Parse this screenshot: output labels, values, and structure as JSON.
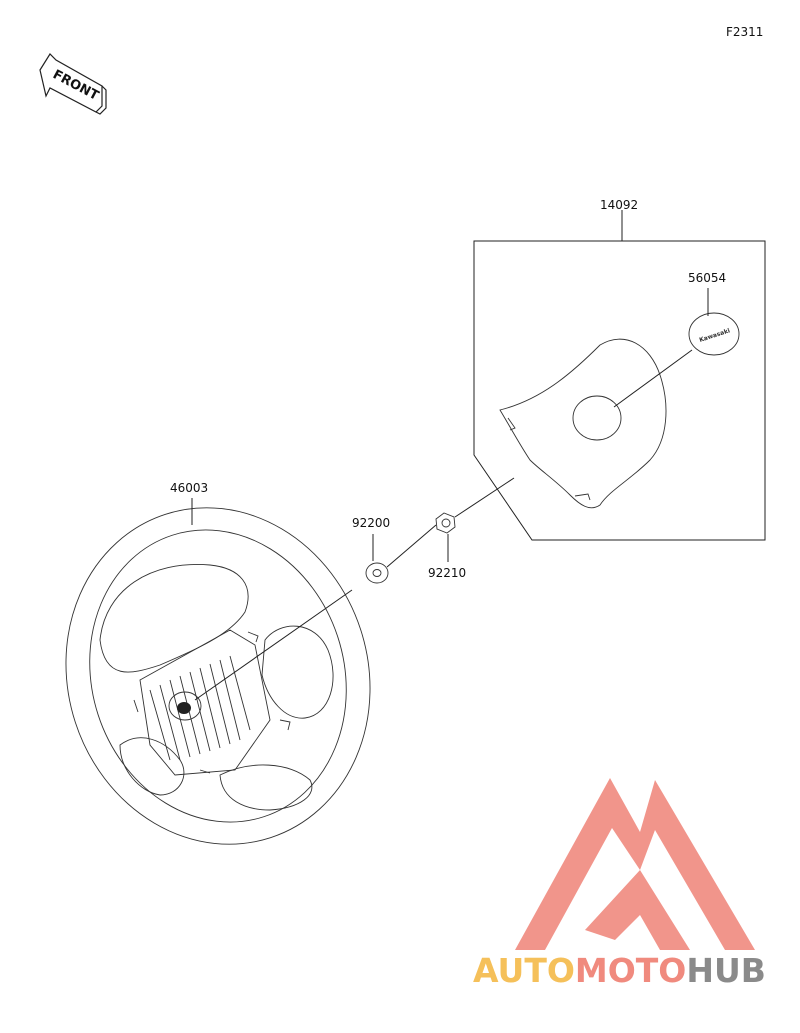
{
  "figure_code": "F2311",
  "front_label": "FRONT",
  "parts": {
    "steering_wheel": "46003",
    "washer": "92200",
    "nut": "92210",
    "pad_assembly": "14092",
    "emblem": "56054"
  },
  "emblem_text": "Kawasaki",
  "watermark": {
    "part1": "AUTO",
    "part2": "MOTO",
    "part3": "HUB",
    "color_light": "#f5c05a",
    "color_red": "#f08a7e",
    "color_gray": "#8a8a8a"
  }
}
